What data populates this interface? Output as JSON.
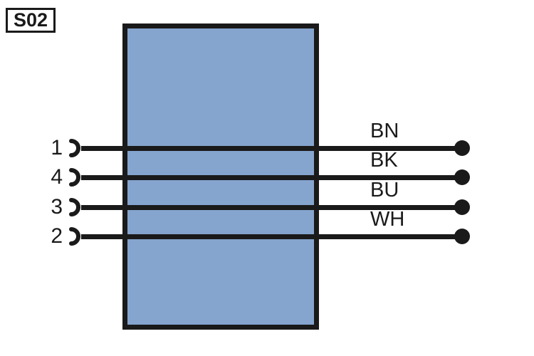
{
  "diagram": {
    "designation": "S02",
    "device": {
      "fill_color": "#85a4ce",
      "border_color": "#1a1a1a"
    },
    "connections": [
      {
        "pin": "1",
        "wire_label": "BN",
        "socket_icon": "socket-symbol-icon",
        "terminal_icon": "terminal-dot-icon"
      },
      {
        "pin": "4",
        "wire_label": "BK",
        "socket_icon": "socket-symbol-icon",
        "terminal_icon": "terminal-dot-icon"
      },
      {
        "pin": "3",
        "wire_label": "BU",
        "socket_icon": "socket-symbol-icon",
        "terminal_icon": "terminal-dot-icon"
      },
      {
        "pin": "2",
        "wire_label": "WH",
        "socket_icon": "socket-symbol-icon",
        "terminal_icon": "terminal-dot-icon"
      }
    ]
  }
}
